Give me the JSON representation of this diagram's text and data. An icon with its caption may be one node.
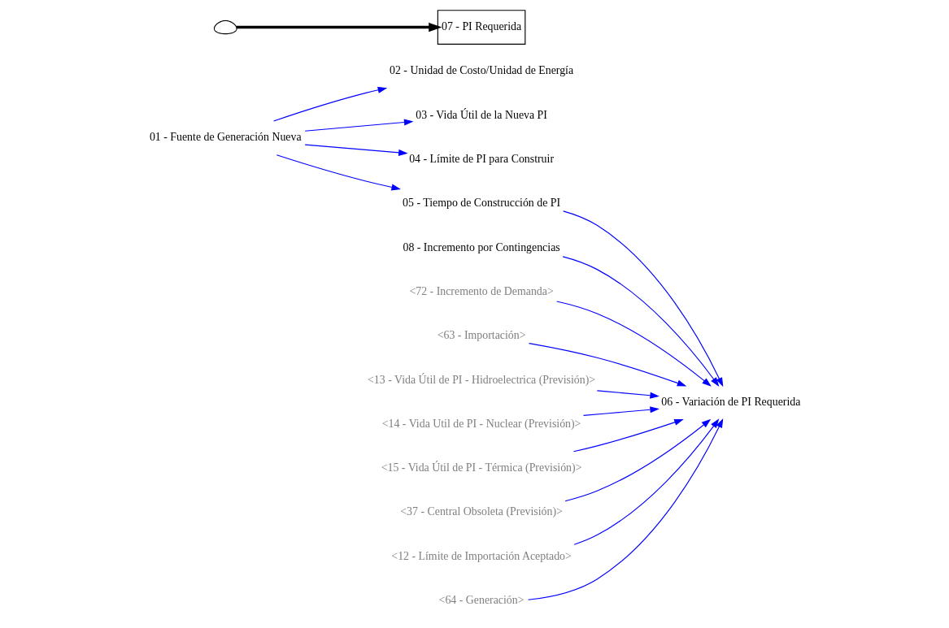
{
  "diagram": {
    "nodes": [
      {
        "text": [
          "01 - Fuente de Generación Nueva"
        ]
      },
      {
        "text": [
          "02 - Unidad de Costo/Unidad de Energía"
        ]
      },
      {
        "text": [
          "03 - Vida Útil de la Nueva PI"
        ]
      },
      {
        "text": [
          "04 - Límite de PI para Construir"
        ]
      },
      {
        "text": [
          "05 - Tiempo de Construcción de PI"
        ]
      },
      {
        "text": [],
        "shape": "cloud"
      },
      {
        "text": [
          "06 - Variación de PI Requerida"
        ]
      },
      {
        "text": [
          "07 - PI Requerida"
        ]
      },
      {
        "text": [
          "08 - Incremento por Contingencias"
        ]
      },
      {
        "text": [
          "<72 - Incremento de Demanda>"
        ]
      },
      {
        "text": [
          "<63 - Importación>"
        ]
      },
      {
        "text": [
          "<13 - Vida Útil de PI - Hidroelectrica (Previsión)>"
        ]
      },
      {
        "text": [
          "<14 - Vida Util de PI - Nuclear (Previsión)>"
        ]
      },
      {
        "text": [
          "<15 - Vida Útil de PI - Térmica (Previsión)>"
        ]
      },
      {
        "text": [
          "<37 - Central Obsoleta (Previsión)>"
        ]
      },
      {
        "text": [
          "<12 - Límite de Importación Aceptado>"
        ]
      },
      {
        "text": [
          "<64 - Generación>"
        ]
      }
    ],
    "edges": [
      {
        "from": 0,
        "to": 1,
        "arrow": "to"
      },
      {
        "from": 0,
        "to": 2,
        "arrow": "to"
      },
      {
        "from": 0,
        "to": 3,
        "arrow": "to"
      },
      {
        "from": 0,
        "to": 4,
        "arrow": "to"
      },
      {
        "from": 5,
        "to": 7,
        "arrow": "to",
        "style": "thick",
        "color": "#000000"
      },
      {
        "from": 4,
        "to": 6,
        "arrow": "to"
      },
      {
        "from": 8,
        "to": 6,
        "arrow": "to"
      },
      {
        "from": 9,
        "to": 6,
        "arrow": "to"
      },
      {
        "from": 10,
        "to": 6,
        "arrow": "to"
      },
      {
        "from": 11,
        "to": 6,
        "arrow": "to"
      },
      {
        "from": 12,
        "to": 6,
        "arrow": "to"
      },
      {
        "from": 13,
        "to": 6,
        "arrow": "to"
      },
      {
        "from": 14,
        "to": 6,
        "arrow": "to"
      },
      {
        "from": 15,
        "to": 6,
        "arrow": "to"
      },
      {
        "from": 16,
        "to": 6,
        "arrow": "to"
      }
    ]
  }
}
